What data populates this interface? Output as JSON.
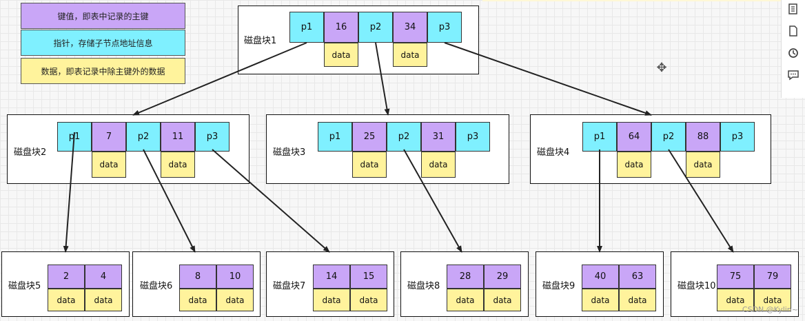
{
  "legend": {
    "key_text": "键值，即表中记录的主键",
    "pointer_text": "指针，存储子节点地址信息",
    "data_text": "数据，即表记录中除主键外的数据",
    "key_color": "#c9a6f7",
    "pointer_color": "#7ff0ff",
    "data_color": "#fff39c"
  },
  "root": {
    "label": "磁盘块1",
    "cells": [
      "p1",
      "16",
      "p2",
      "34",
      "p3"
    ],
    "data": [
      "data",
      "data"
    ]
  },
  "level2": [
    {
      "label": "磁盘块2",
      "cells": [
        "p1",
        "7",
        "p2",
        "11",
        "p3"
      ],
      "data": [
        "data",
        "data"
      ]
    },
    {
      "label": "磁盘块3",
      "cells": [
        "p1",
        "25",
        "p2",
        "31",
        "p3"
      ],
      "data": [
        "data",
        "data"
      ]
    },
    {
      "label": "磁盘块4",
      "cells": [
        "p1",
        "64",
        "p2",
        "88",
        "p3"
      ],
      "data": [
        "data",
        "data"
      ]
    }
  ],
  "leaves": [
    {
      "label": "磁盘块5",
      "keys": [
        "2",
        "4"
      ],
      "data": [
        "data",
        "data"
      ]
    },
    {
      "label": "磁盘块6",
      "keys": [
        "8",
        "10"
      ],
      "data": [
        "data",
        "data"
      ]
    },
    {
      "label": "磁盘块7",
      "keys": [
        "14",
        "15"
      ],
      "data": [
        "data",
        "data"
      ]
    },
    {
      "label": "磁盘块8",
      "keys": [
        "28",
        "29"
      ],
      "data": [
        "data",
        "data"
      ]
    },
    {
      "label": "磁盘块9",
      "keys": [
        "40",
        "63"
      ],
      "data": [
        "data",
        "data"
      ]
    },
    {
      "label": "磁盘块10",
      "keys": [
        "75",
        "79"
      ],
      "data": [
        "data",
        "data"
      ]
    }
  ],
  "watermark": "CSDN @Kylin~",
  "toolbar_icons": [
    "outline-icon",
    "page-icon",
    "history-icon",
    "comment-icon"
  ],
  "move_icon": "move-icon"
}
